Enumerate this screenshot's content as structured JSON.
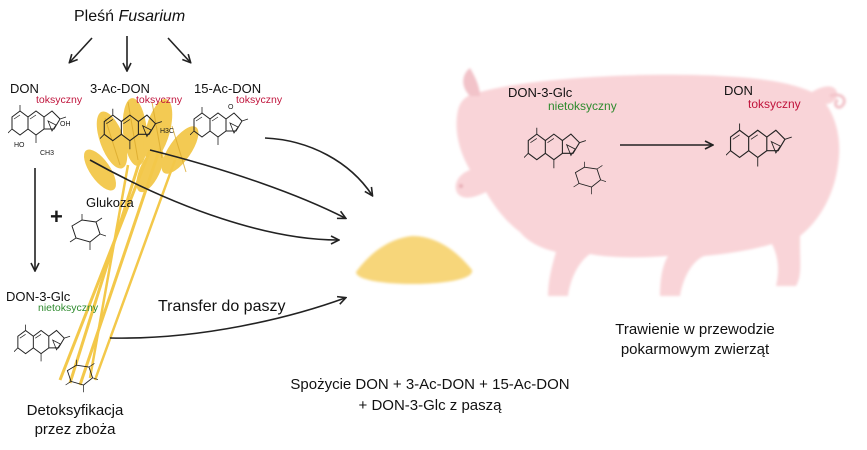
{
  "title_prefix": "Pleśń ",
  "title_italic": "Fusarium",
  "toxins": {
    "don": {
      "name": "DON",
      "status": "toksyczny"
    },
    "ac3": {
      "name": "3-Ac-DON",
      "status": "toksyczny"
    },
    "ac15": {
      "name": "15-Ac-DON",
      "status": "toksyczny"
    }
  },
  "plus": "+",
  "glucose": "Glukoza",
  "don3glc_left": {
    "name": "DON-3-Glc",
    "status": "nietoksyczny"
  },
  "detox_line1": "Detoksyfikacja",
  "detox_line2": "przez zboża",
  "transfer": "Transfer do paszy",
  "consumption_line1": "Spożycie DON + 3-Ac-DON + 15-Ac-DON",
  "consumption_line2": "+ DON-3-Glc z paszą",
  "pig": {
    "glc_name": "DON-3-Glc",
    "glc_status": "nietoksyczny",
    "don_name": "DON",
    "don_status": "toksyczny"
  },
  "digestion_line1": "Trawienie w przewodzie",
  "digestion_line2": "pokarmowym zwierząt",
  "chem": {
    "oh": "OH",
    "oh_left": "HO",
    "ch3": "CH3",
    "h3c": "H3C",
    "o": "O"
  },
  "colors": {
    "pig": "#f9d4d8",
    "feed": "#f7d67a",
    "wheat": "#f3c84a",
    "toxic": "#c0143c",
    "nontoxic": "#2e8b2e"
  }
}
